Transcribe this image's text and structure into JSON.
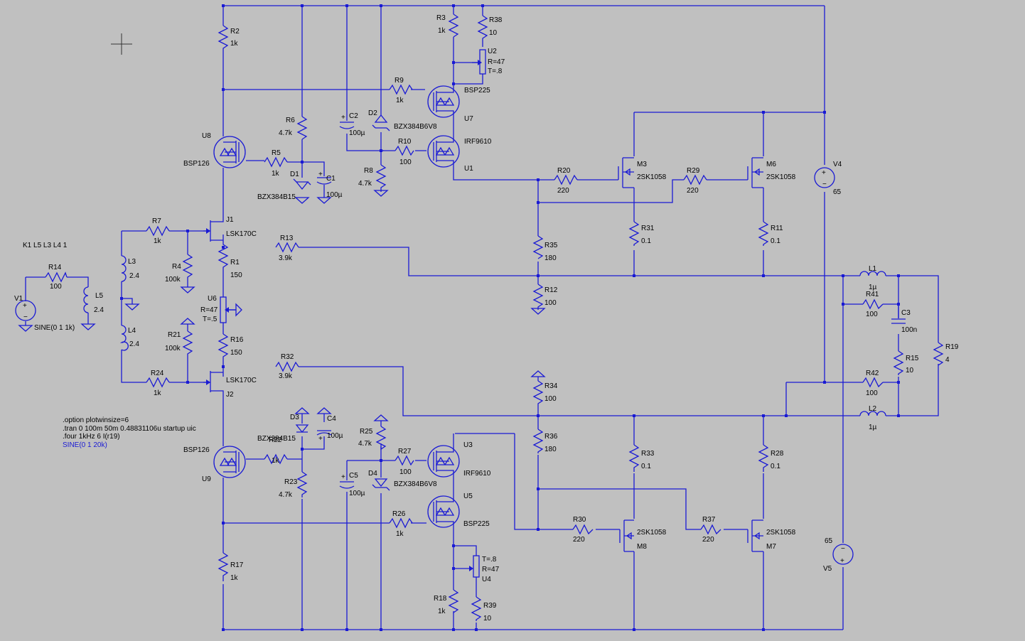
{
  "components": {
    "R2": {
      "ref": "R2",
      "val": "1k"
    },
    "R3": {
      "ref": "R3",
      "val": "1k"
    },
    "R38": {
      "ref": "R38",
      "val": "10"
    },
    "U2": {
      "ref": "U2",
      "r": "R=47",
      "t": "T=.8"
    },
    "R9": {
      "ref": "R9",
      "val": "1k"
    },
    "U7": {
      "ref": "U7",
      "part": "BSP225"
    },
    "C2": {
      "ref": "C2",
      "val": "100µ"
    },
    "D2": {
      "ref": "D2",
      "part": "BZX384B6V8"
    },
    "R10": {
      "ref": "R10",
      "val": "100"
    },
    "U1": {
      "ref": "U1",
      "part": "IRF9610"
    },
    "R8": {
      "ref": "R8",
      "val": "4.7k"
    },
    "R6": {
      "ref": "R6",
      "val": "4.7k"
    },
    "U8": {
      "ref": "U8",
      "part": "BSP126"
    },
    "R5": {
      "ref": "R5",
      "val": "1k"
    },
    "D1": {
      "ref": "D1",
      "part": "BZX384B15"
    },
    "C1": {
      "ref": "C1",
      "val": "100µ"
    },
    "J1": {
      "ref": "J1",
      "part": "LSK170C"
    },
    "R7": {
      "ref": "R7",
      "val": "1k"
    },
    "L3": {
      "ref": "L3",
      "val": "2.4"
    },
    "R4": {
      "ref": "R4",
      "val": "100k"
    },
    "R13": {
      "ref": "R13",
      "val": "3.9k"
    },
    "R1": {
      "ref": "R1",
      "val": "150"
    },
    "U6": {
      "ref": "U6",
      "r": "R=47",
      "t": "T=.5"
    },
    "R16": {
      "ref": "R16",
      "val": "150"
    },
    "R21": {
      "ref": "R21",
      "val": "100k"
    },
    "L4": {
      "ref": "L4",
      "val": "2.4"
    },
    "R24": {
      "ref": "R24",
      "val": "1k"
    },
    "J2": {
      "ref": "J2",
      "part": "LSK170C"
    },
    "R32": {
      "ref": "R32",
      "val": "3.9k"
    },
    "R14": {
      "ref": "R14",
      "val": "100"
    },
    "L5": {
      "ref": "L5",
      "val": "2.4"
    },
    "V1": {
      "ref": "V1",
      "val": "SINE(0 1 1k)"
    },
    "M3": {
      "ref": "M3",
      "part": "2SK1058"
    },
    "M6": {
      "ref": "M6",
      "part": "2SK1058"
    },
    "R20": {
      "ref": "R20",
      "val": "220"
    },
    "R29": {
      "ref": "R29",
      "val": "220"
    },
    "R31": {
      "ref": "R31",
      "val": "0.1"
    },
    "R11": {
      "ref": "R11",
      "val": "0.1"
    },
    "R35": {
      "ref": "R35",
      "val": "180"
    },
    "R12": {
      "ref": "R12",
      "val": "100"
    },
    "V4": {
      "ref": "V4",
      "val": "65"
    },
    "L1": {
      "ref": "L1",
      "val": "1µ"
    },
    "R41": {
      "ref": "R41",
      "val": "100"
    },
    "C3": {
      "ref": "C3",
      "val": "100n"
    },
    "R15": {
      "ref": "R15",
      "val": "10"
    },
    "R19": {
      "ref": "R19",
      "val": "4"
    },
    "R42": {
      "ref": "R42",
      "val": "100"
    },
    "L2": {
      "ref": "L2",
      "val": "1µ"
    },
    "R34": {
      "ref": "R34",
      "val": "100"
    },
    "R36": {
      "ref": "R36",
      "val": "180"
    },
    "R33": {
      "ref": "R33",
      "val": "0.1"
    },
    "R28": {
      "ref": "R28",
      "val": "0.1"
    },
    "R30": {
      "ref": "R30",
      "val": "220"
    },
    "R37": {
      "ref": "R37",
      "val": "220"
    },
    "M8": {
      "ref": "M8",
      "part": "2SK1058"
    },
    "M7": {
      "ref": "M7",
      "part": "2SK1058"
    },
    "V5": {
      "ref": "V5",
      "val": "65"
    },
    "D3": {
      "ref": "D3",
      "part": "BZX384B15"
    },
    "C4": {
      "ref": "C4",
      "val": "100µ"
    },
    "R22": {
      "ref": "R22",
      "val": "1k"
    },
    "U9": {
      "ref": "U9",
      "part": "BSP126"
    },
    "R23": {
      "ref": "R23",
      "val": "4.7k"
    },
    "R25": {
      "ref": "R25",
      "val": "4.7k"
    },
    "R27": {
      "ref": "R27",
      "val": "100"
    },
    "U3": {
      "ref": "U3",
      "part": "IRF9610"
    },
    "D4": {
      "ref": "D4",
      "part": "BZX384B6V8"
    },
    "C5": {
      "ref": "C5",
      "val": "100µ"
    },
    "U5": {
      "ref": "U5",
      "part": "BSP225"
    },
    "R26": {
      "ref": "R26",
      "val": "1k"
    },
    "U4": {
      "ref": "U4",
      "r": "R=47",
      "t": "T=.8"
    },
    "R18": {
      "ref": "R18",
      "val": "1k"
    },
    "R39": {
      "ref": "R39",
      "val": "10"
    },
    "R17": {
      "ref": "R17",
      "val": "1k"
    },
    "R23b": {
      "ref": "R23",
      "val": "4.7k"
    }
  },
  "directives": {
    "coupling": "K1 L5 L3 L4 1",
    "lines": [
      ".option plotwinsize=6",
      ".tran 0 100m 50m 0.48831106u startup uic",
      ".four 1kHz 6  I(r19)"
    ],
    "comment": "SINE(0 1 20k)"
  },
  "colors": {
    "wire": "#1a1ad4",
    "background": "#c0c0c0",
    "text": "#000000"
  }
}
